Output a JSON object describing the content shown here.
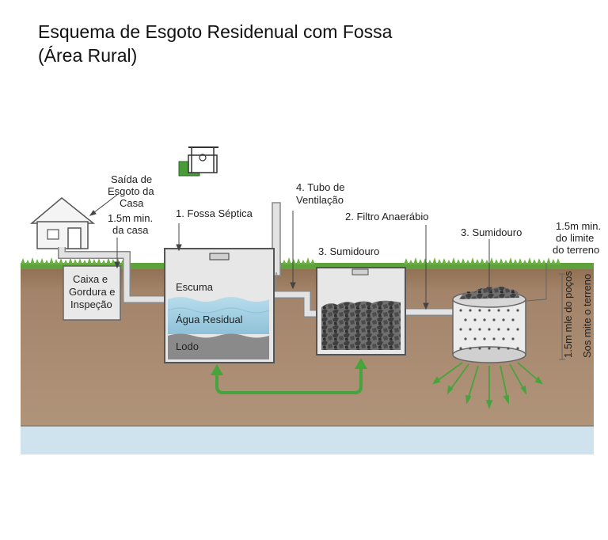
{
  "title": {
    "line1": "Esquema de Esgoto Residenual com Fossa",
    "line2": "(Área Rural)"
  },
  "labels": {
    "saida": [
      "Saída de",
      "Esgoto da",
      "Casa"
    ],
    "dist_casa": [
      "1.5m min.",
      "da casa"
    ],
    "caixa": [
      "Caixa e",
      "Gordura e",
      "Inspeção"
    ],
    "fossa": "1. Fossa Séptica",
    "escuma": "Escuma",
    "agua": "Água Residual",
    "lodo": "Lodo",
    "tubo": [
      "4. Tubo de",
      "Ventilação"
    ],
    "filtro": "2. Filtro Anaerábio",
    "sumidouro_box": "3. Sumidouro",
    "sumidouro_pit": "3. Sumidouro",
    "dist_limite": [
      "1.5m min.",
      "do limite",
      "do terreno"
    ],
    "vertical_1": "1.5m mle do poços",
    "vertical_2": "Sos mite o terreno"
  },
  "colors": {
    "soil": "#a88a6b",
    "grass": "#5fa13c",
    "groundwater": "#cfe3ee",
    "water": "#a9d3e6",
    "sludge": "#8a8a8a",
    "pipe": "#d8d8d8",
    "flow_arrow": "#47a33c"
  },
  "icons": {
    "house": "house-icon",
    "well": "well-icon"
  }
}
